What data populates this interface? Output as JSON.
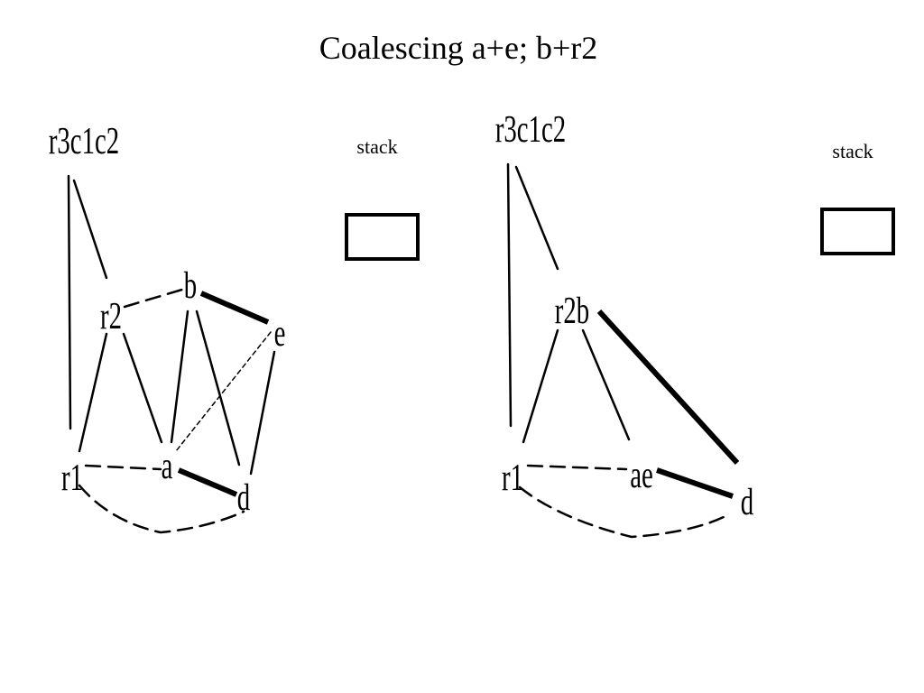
{
  "title": "Coalescing a+e; b+r2",
  "stack_label": "stack",
  "graphs": [
    {
      "nodes": [
        {
          "id": "r3c1c2",
          "label": "r3c1c2"
        },
        {
          "id": "r2",
          "label": "r2"
        },
        {
          "id": "b",
          "label": "b"
        },
        {
          "id": "e",
          "label": "e"
        },
        {
          "id": "r1",
          "label": "r1"
        },
        {
          "id": "a",
          "label": "a"
        },
        {
          "id": "d",
          "label": "d"
        }
      ],
      "edges": [
        {
          "from": "r3c1c2",
          "to": "r1",
          "style": "solid"
        },
        {
          "from": "r3c1c2",
          "to": "r2",
          "style": "solid"
        },
        {
          "from": "r2",
          "to": "b",
          "style": "dashed"
        },
        {
          "from": "b",
          "to": "e",
          "style": "thick"
        },
        {
          "from": "r2",
          "to": "r1",
          "style": "solid"
        },
        {
          "from": "r2",
          "to": "a",
          "style": "solid"
        },
        {
          "from": "b",
          "to": "a",
          "style": "solid"
        },
        {
          "from": "b",
          "to": "d",
          "style": "solid"
        },
        {
          "from": "e",
          "to": "a",
          "style": "dotted"
        },
        {
          "from": "e",
          "to": "d",
          "style": "solid"
        },
        {
          "from": "r1",
          "to": "a",
          "style": "dashed"
        },
        {
          "from": "a",
          "to": "d",
          "style": "thick"
        },
        {
          "from": "r1",
          "to": "d",
          "style": "dashed-curve"
        }
      ]
    },
    {
      "nodes": [
        {
          "id": "r3c1c2",
          "label": "r3c1c2"
        },
        {
          "id": "r2b",
          "label": "r2b"
        },
        {
          "id": "r1",
          "label": "r1"
        },
        {
          "id": "ae",
          "label": "ae"
        },
        {
          "id": "d",
          "label": "d"
        }
      ],
      "edges": [
        {
          "from": "r3c1c2",
          "to": "r1",
          "style": "solid"
        },
        {
          "from": "r3c1c2",
          "to": "r2b",
          "style": "solid"
        },
        {
          "from": "r2b",
          "to": "r1",
          "style": "solid"
        },
        {
          "from": "r2b",
          "to": "ae",
          "style": "solid"
        },
        {
          "from": "r2b",
          "to": "d",
          "style": "thick"
        },
        {
          "from": "r1",
          "to": "ae",
          "style": "dashed"
        },
        {
          "from": "ae",
          "to": "d",
          "style": "thick"
        },
        {
          "from": "r1",
          "to": "d",
          "style": "dashed-curve"
        }
      ]
    }
  ]
}
